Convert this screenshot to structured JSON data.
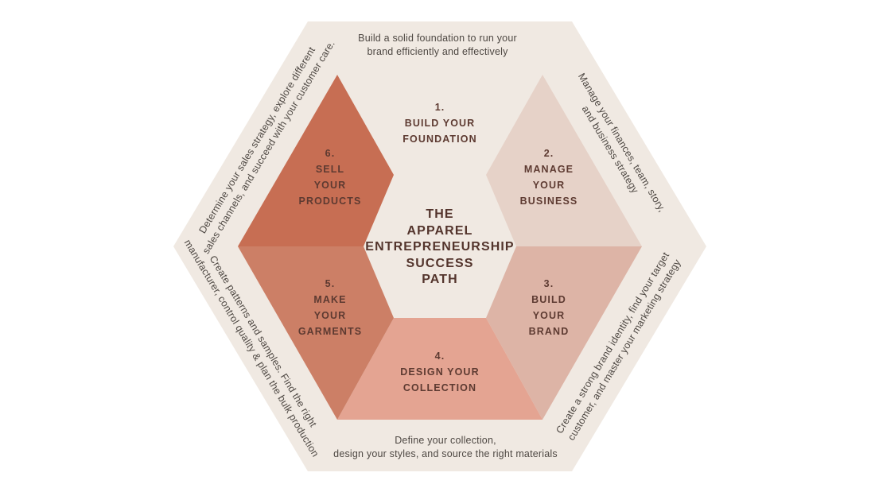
{
  "colors": {
    "page_bg": "#ffffff",
    "hexagon_bg": "#f0e9e2",
    "section_1": "#f0e9e2",
    "section_2": "#e6d2c8",
    "section_3": "#ddb4a6",
    "section_4": "#e4a492",
    "section_5": "#cc7f66",
    "section_6": "#c76e53",
    "title_text": "#53342c",
    "label_text": "#5d3a31",
    "description_text": "#4e4843"
  },
  "center": {
    "title_lines": [
      "THE",
      "APPAREL",
      "ENTREPRENEURSHIP",
      "SUCCESS",
      "PATH"
    ]
  },
  "sections": [
    {
      "number": "1.",
      "lines": [
        "BUILD YOUR",
        "FOUNDATION"
      ]
    },
    {
      "number": "2.",
      "lines": [
        "MANAGE",
        "YOUR",
        "BUSINESS"
      ]
    },
    {
      "number": "3.",
      "lines": [
        "BUILD",
        "YOUR",
        "BRAND"
      ]
    },
    {
      "number": "4.",
      "lines": [
        "DESIGN YOUR",
        "COLLECTION"
      ]
    },
    {
      "number": "5.",
      "lines": [
        "MAKE",
        "YOUR",
        "GARMENTS"
      ]
    },
    {
      "number": "6.",
      "lines": [
        "SELL",
        "YOUR",
        "PRODUCTS"
      ]
    }
  ],
  "edge_notes": {
    "top": [
      "Build a solid foundation to run your",
      "brand efficiently and effectively"
    ],
    "top_right": [
      "Manage your finances, team, story,",
      "and business strategy"
    ],
    "bottom_right": [
      "Create a strong brand identity, find your target",
      "customer, and master your marketing strategy"
    ],
    "bottom": [
      "Define your collection,",
      "design your styles, and source the right materials"
    ],
    "bottom_left": [
      "Create patterns and samples. Find the right",
      "manufacturer, control quality & plan the bulk production"
    ],
    "top_left": [
      "Determine your sales strategy, explore different",
      "sales channels, and succeed with your customer care."
    ]
  }
}
